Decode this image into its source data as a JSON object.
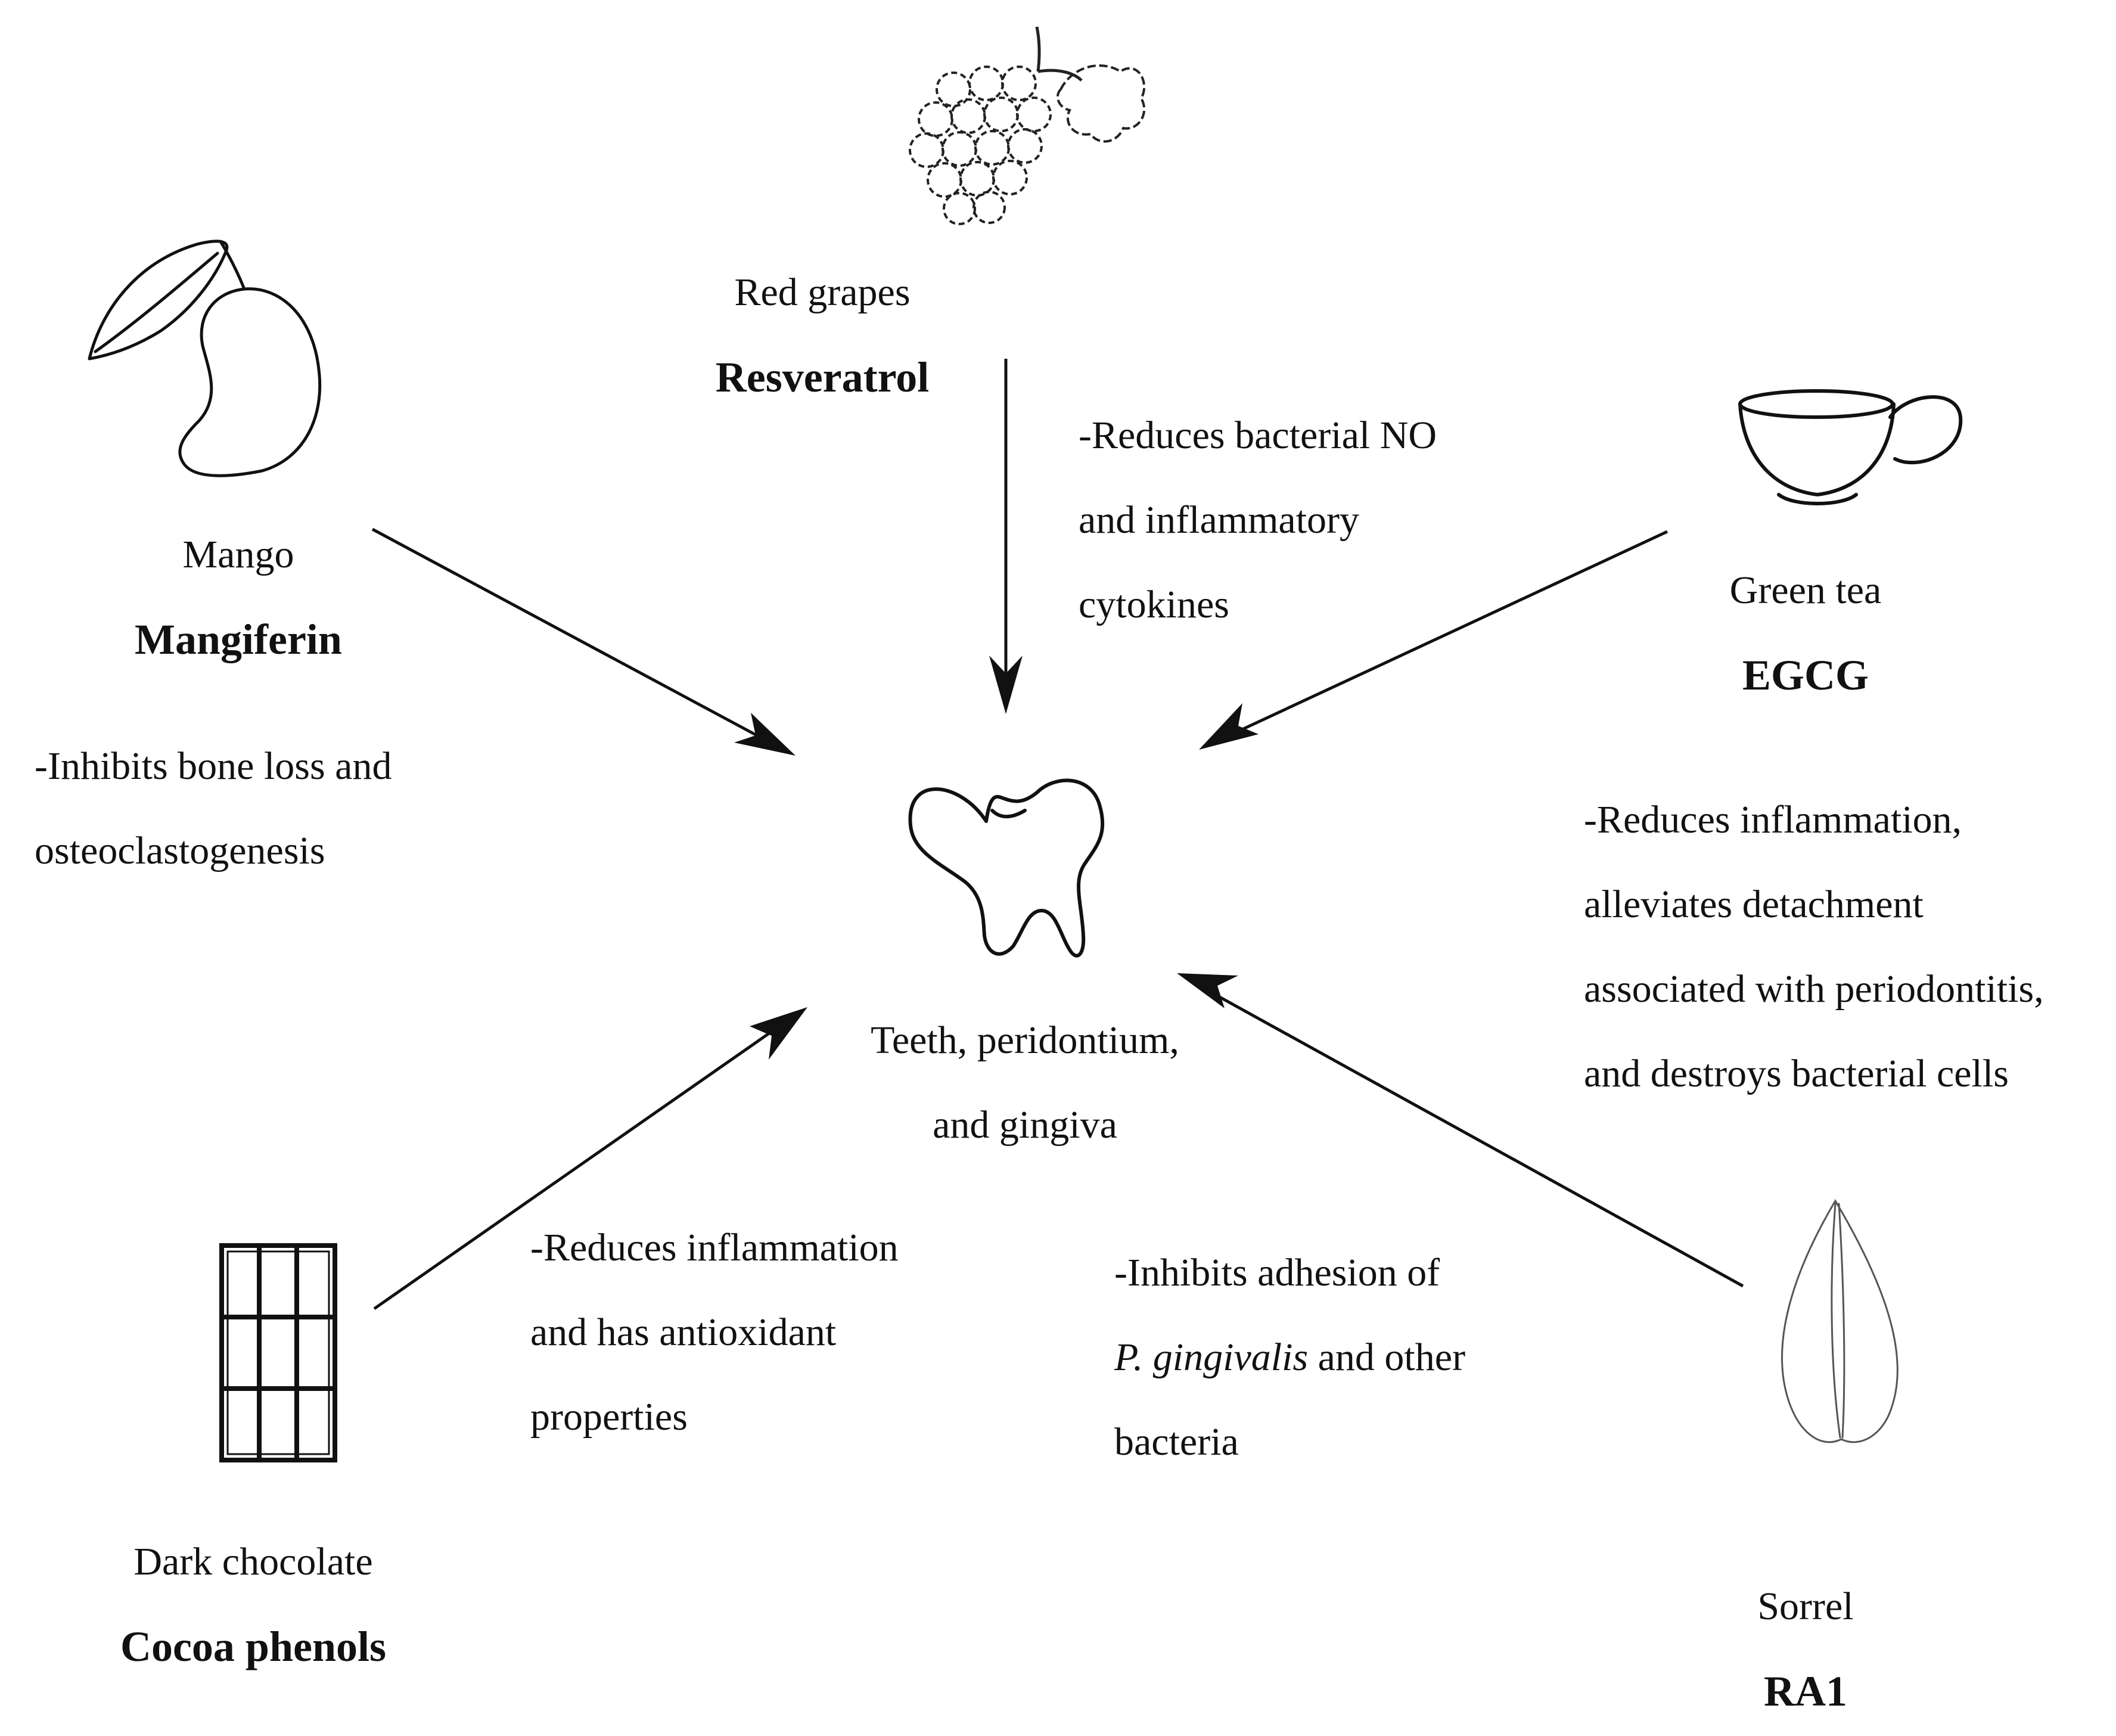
{
  "center": {
    "label_line1": "Teeth, peridontium,",
    "label_line2": "and gingiva"
  },
  "sources": {
    "grapes": {
      "name": "Red grapes",
      "compound": "Resveratrol",
      "effects": [
        "-Reduces bacterial NO",
        "and inflammatory",
        "cytokines"
      ]
    },
    "mango": {
      "name": "Mango",
      "compound": "Mangiferin",
      "effects": [
        "-Inhibits bone loss and",
        "osteoclastogenesis"
      ]
    },
    "green_tea": {
      "name": "Green tea",
      "compound": "EGCG",
      "effects": [
        "-Reduces inflammation,",
        "alleviates detachment",
        "associated with periodontitis,",
        "and destroys bacterial cells"
      ]
    },
    "chocolate": {
      "name": "Dark chocolate",
      "compound": "Cocoa phenols",
      "effects": [
        "-Reduces inflammation",
        "and has antioxidant",
        "properties"
      ]
    },
    "sorrel": {
      "name": "Sorrel",
      "compound": "RA1",
      "effects_line1": "-Inhibits adhesion of",
      "effects_line2_italic": "P. gingivalis",
      "effects_line2_rest": " and other",
      "effects_line3": "bacteria"
    }
  }
}
